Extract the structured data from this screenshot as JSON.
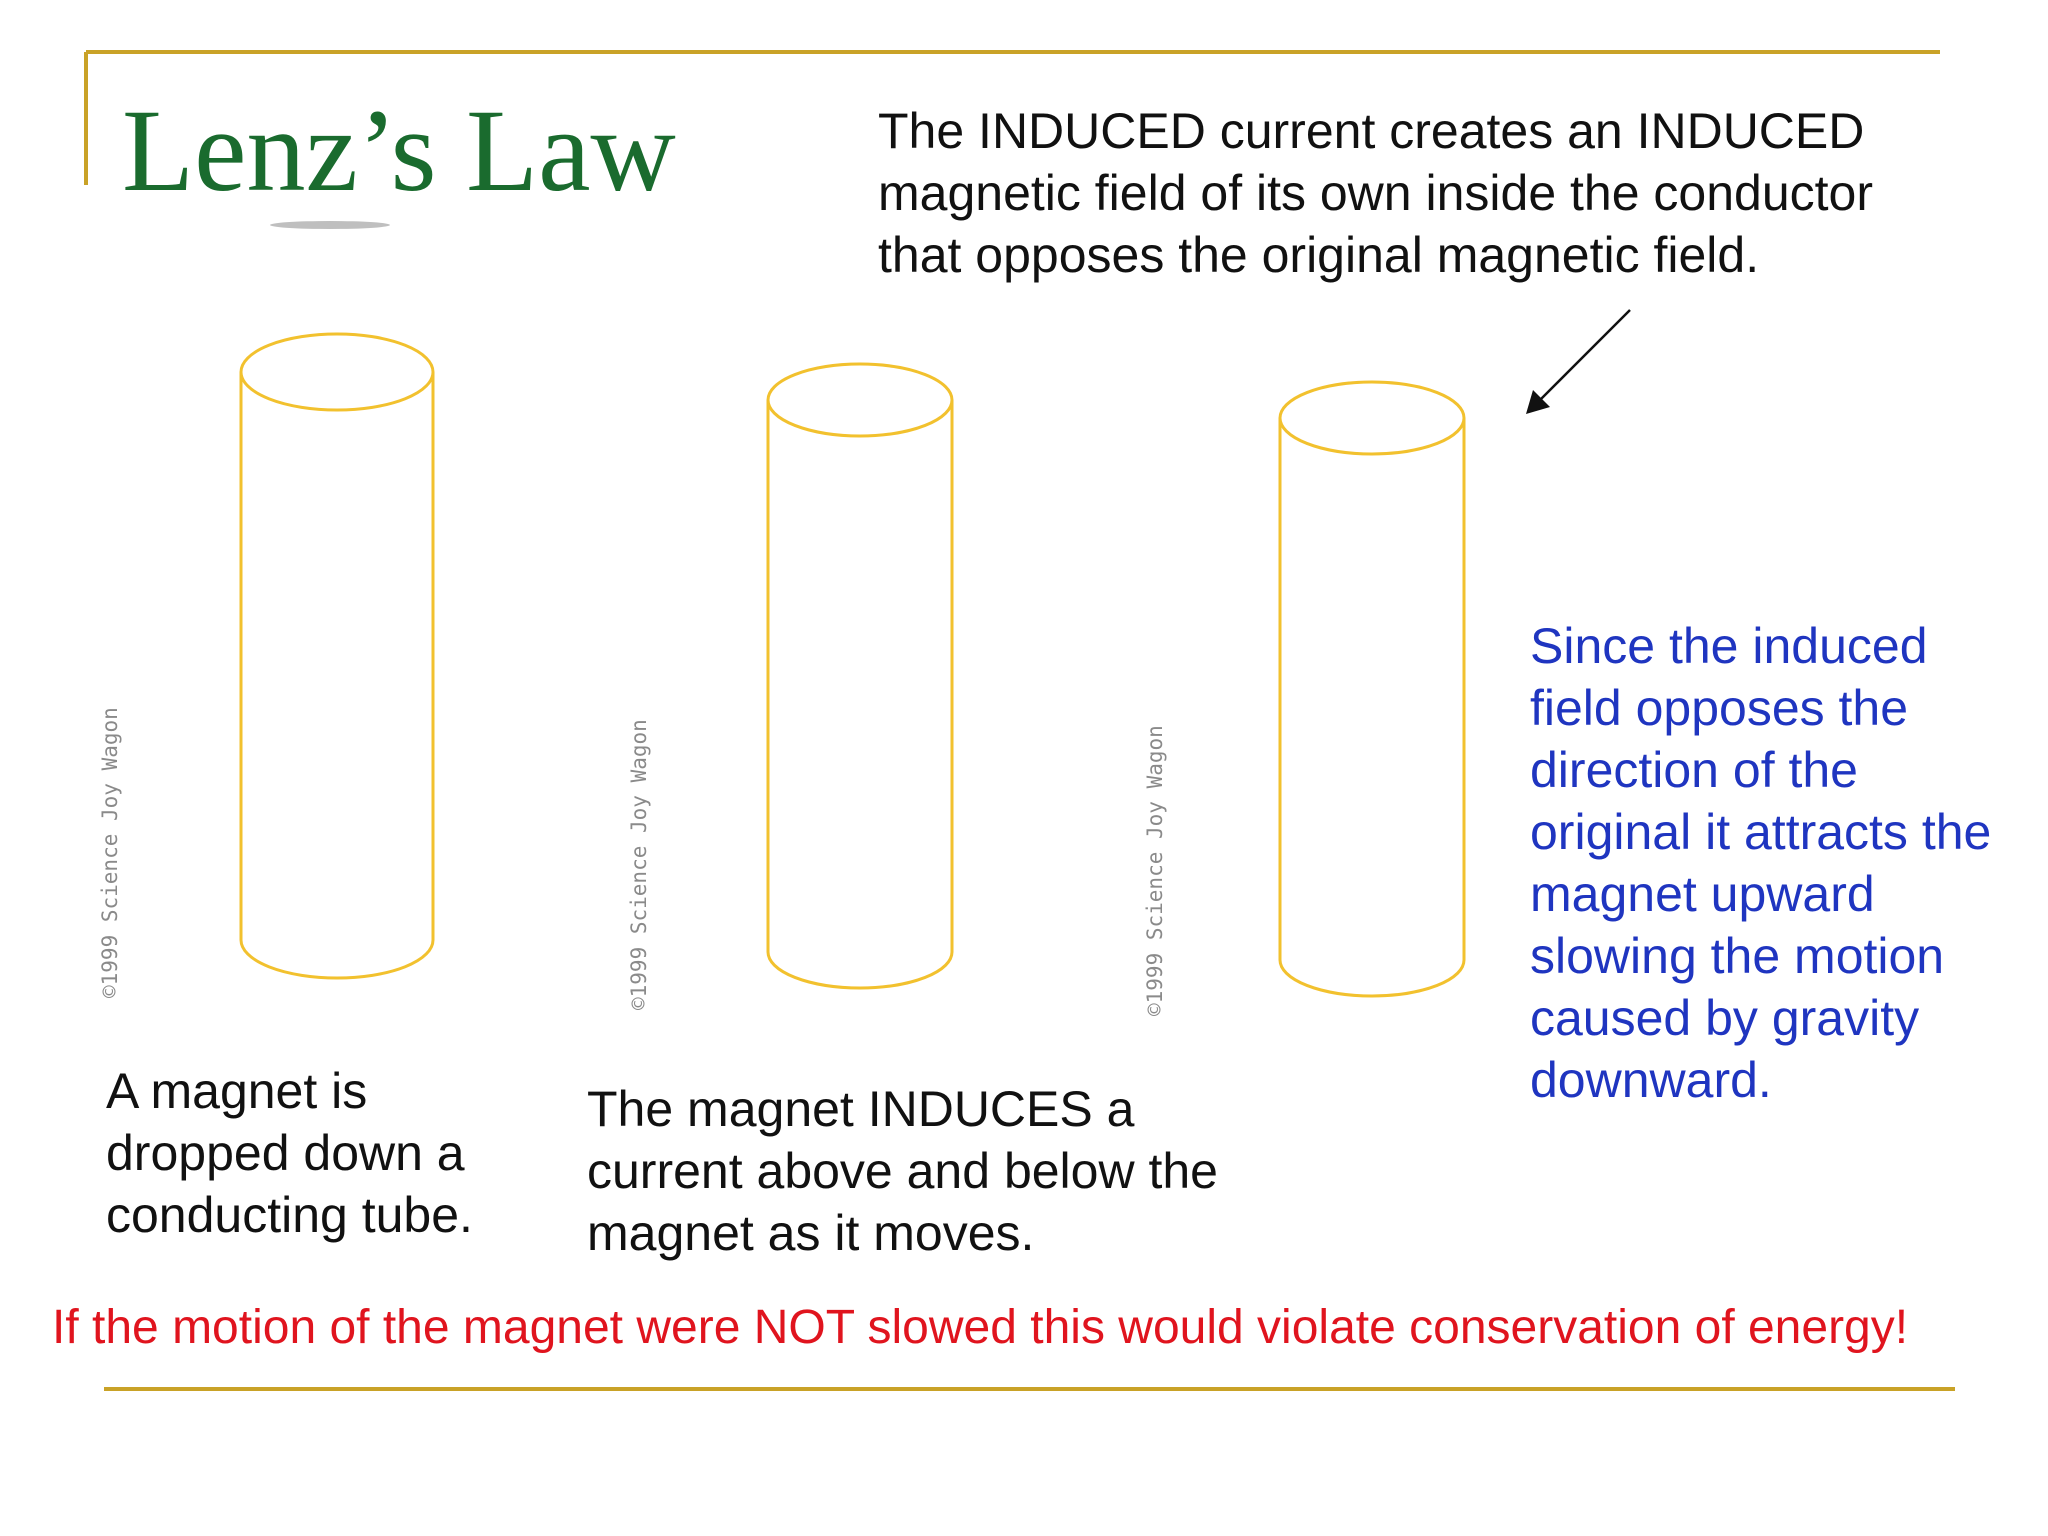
{
  "slide": {
    "title": "Lenz’s Law",
    "top_note": [
      "The INDUCED current creates an INDUCED",
      "magnetic field of its own inside the conductor",
      "that opposes the original magnetic field."
    ],
    "caption_1": [
      "A magnet is",
      "dropped down a",
      "conducting tube."
    ],
    "caption_2": [
      "The magnet INDUCES a",
      "current above and below the",
      "magnet as it moves."
    ],
    "side_note": [
      "Since the induced",
      "field opposes the",
      "direction of the",
      "original it attracts the",
      "magnet upward",
      "slowing the motion",
      "caused by gravity",
      "downward."
    ],
    "bottom_note": "If the motion of the magnet were NOT slowed this would violate conservation of energy!",
    "credit": "©1999 Science Joy Wagon"
  },
  "colors": {
    "title": "#1a6b2e",
    "accent_rule": "#c9a227",
    "tube": "#f2c12e",
    "side_note": "#1f35c0",
    "bottom_note": "#e0141e"
  }
}
